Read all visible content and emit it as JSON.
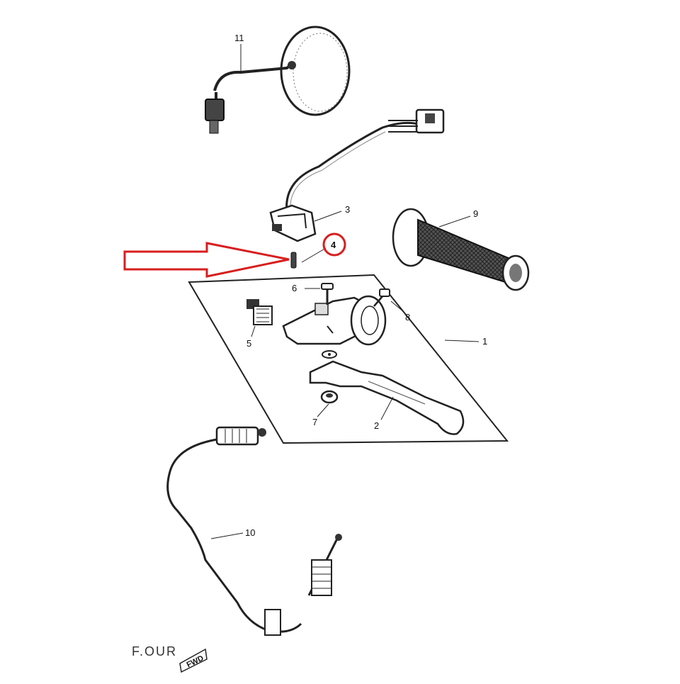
{
  "diagram": {
    "parts": [
      {
        "number": "1"
      },
      {
        "number": "2"
      },
      {
        "number": "3"
      },
      {
        "number": "4",
        "highlighted": true
      },
      {
        "number": "5"
      },
      {
        "number": "6"
      },
      {
        "number": "7"
      },
      {
        "number": "8"
      },
      {
        "number": "9"
      },
      {
        "number": "10"
      },
      {
        "number": "11"
      }
    ],
    "footer_code": "F.OUR",
    "direction_badge": "FWD",
    "highlight_color": "#d81e1e"
  }
}
